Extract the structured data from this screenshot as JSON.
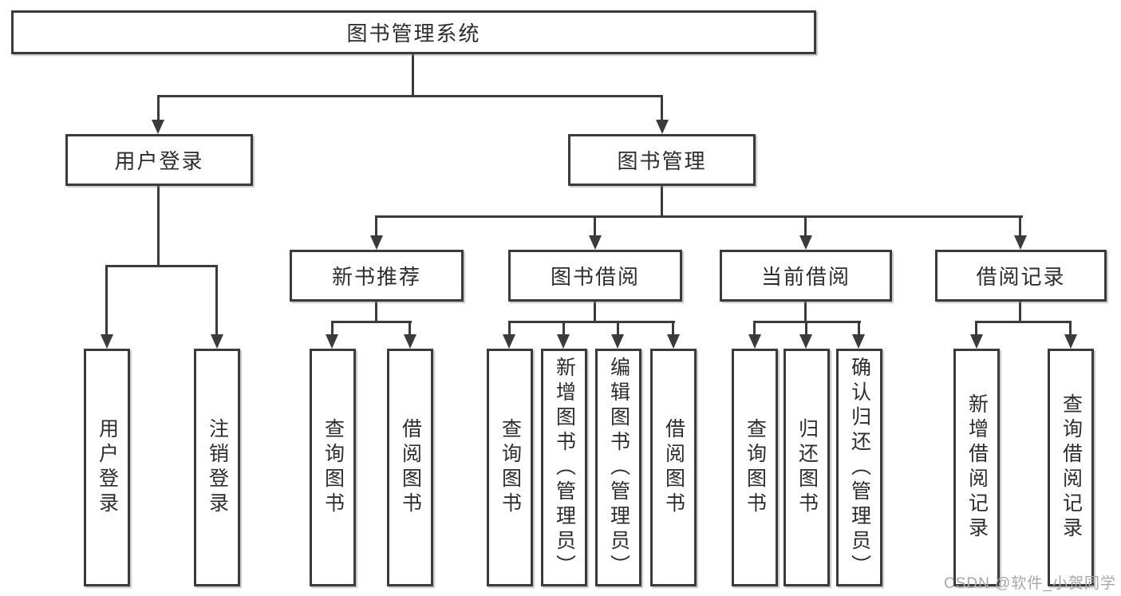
{
  "diagram": {
    "type": "hierarchy-tree",
    "root": {
      "label": "图书管理系统",
      "children": [
        {
          "label": "用户登录",
          "children": [
            {
              "label": "用户登录"
            },
            {
              "label": "注销登录"
            }
          ]
        },
        {
          "label": "图书管理",
          "children": [
            {
              "label": "新书推荐",
              "children": [
                {
                  "label": "查询图书"
                },
                {
                  "label": "借阅图书"
                }
              ]
            },
            {
              "label": "图书借阅",
              "children": [
                {
                  "label": "查询图书"
                },
                {
                  "label": "新增图书（管理员）"
                },
                {
                  "label": "编辑图书（管理员）"
                },
                {
                  "label": "借阅图书"
                }
              ]
            },
            {
              "label": "当前借阅",
              "children": [
                {
                  "label": "查询图书"
                },
                {
                  "label": "归还图书"
                },
                {
                  "label": "确认归还（管理员）"
                }
              ]
            },
            {
              "label": "借阅记录",
              "children": [
                {
                  "label": "新增借阅记录"
                },
                {
                  "label": "查询借阅记录"
                }
              ]
            }
          ]
        }
      ]
    }
  },
  "watermark": {
    "text": "CSDN @软件_小贺同学"
  },
  "colors": {
    "line": "#3b3b3b",
    "text": "#2d2d2d",
    "background": "#ffffff",
    "watermark": "#a6a6ad"
  }
}
